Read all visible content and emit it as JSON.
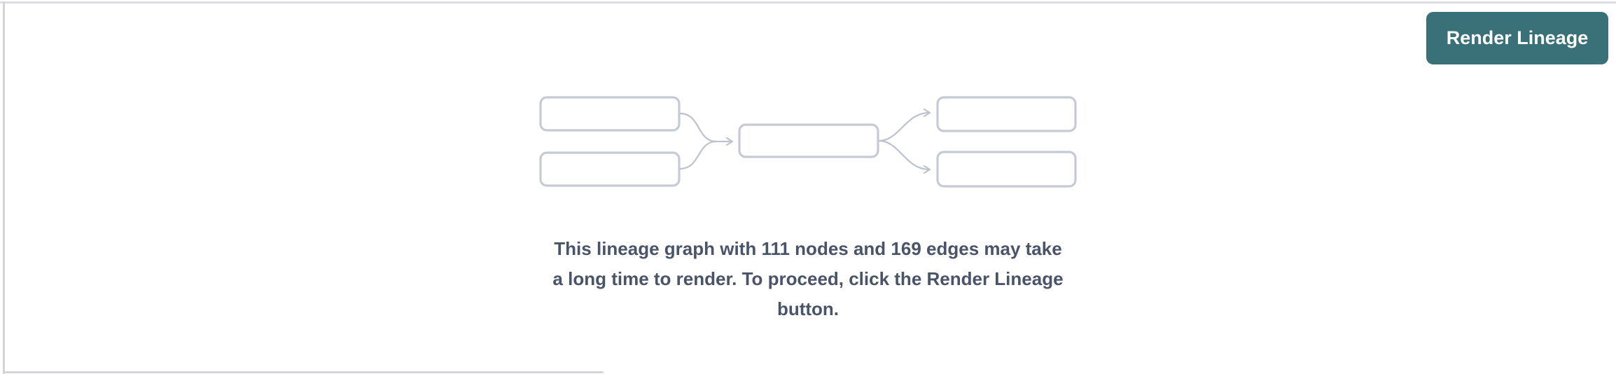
{
  "panel": {
    "background": "#ffffff",
    "border_color": "#d8d9dd"
  },
  "toolbar": {
    "render_button": {
      "label": "Render Lineage",
      "background": "#3a7078",
      "text_color": "#ffffff"
    }
  },
  "placeholder": {
    "illustration": {
      "name": "lineage-graph-preview",
      "node_box_count": 5,
      "edge_count": 4,
      "box_stroke_color": "#c6cad4",
      "edge_color": "#bdc3cd"
    },
    "message": {
      "lines": [
        "This lineage graph with 111 nodes and 169 edges may take",
        "a long time to render. To proceed, click the Render Lineage",
        "button."
      ],
      "node_count": "111",
      "edge_count": "169",
      "text_color": "#4a5468"
    }
  }
}
